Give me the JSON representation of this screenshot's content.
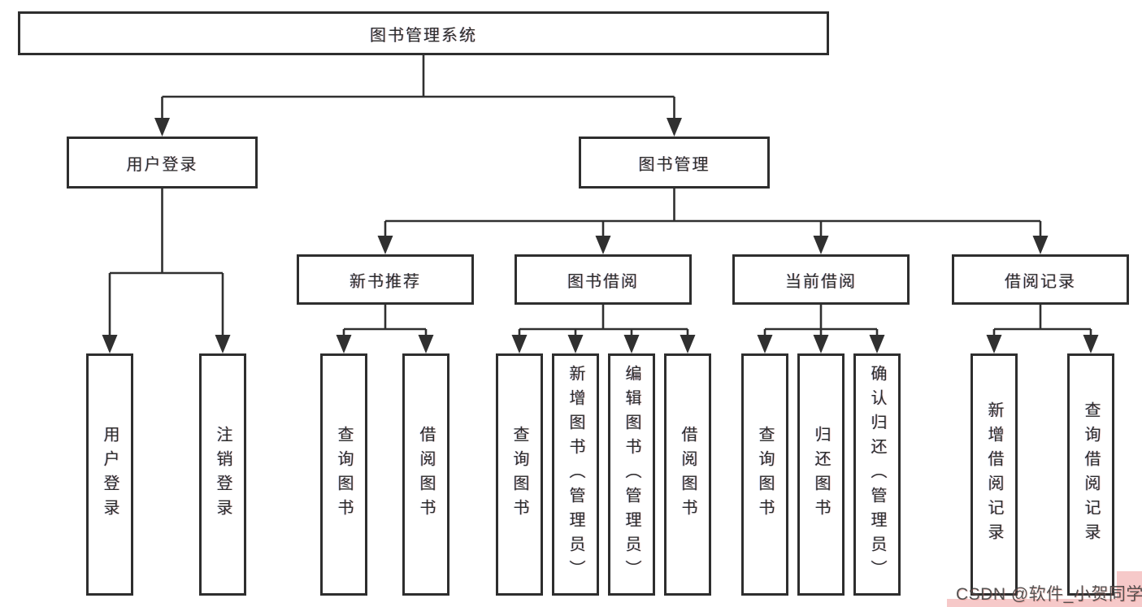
{
  "tree": {
    "root": {
      "label": "图书管理系统"
    },
    "user_login": {
      "label": "用户登录"
    },
    "book_mgmt": {
      "label": "图书管理"
    },
    "login": {
      "label": "用户登录"
    },
    "logout": {
      "label": "注销登录"
    },
    "new_book_rec": {
      "label": "新书推荐"
    },
    "book_borrow": {
      "label": "图书借阅"
    },
    "current_borrow": {
      "label": "当前借阅"
    },
    "borrow_records": {
      "label": "借阅记录"
    },
    "nb_query": {
      "label": "查询图书"
    },
    "nb_borrow": {
      "label": "借阅图书"
    },
    "bb_query": {
      "label": "查询图书"
    },
    "bb_add": {
      "label": "新增图书（管理员）"
    },
    "bb_edit": {
      "label": "编辑图书（管理员）"
    },
    "bb_borrow": {
      "label": "借阅图书"
    },
    "cb_query": {
      "label": "查询图书"
    },
    "cb_return": {
      "label": "归还图书"
    },
    "cb_confirm": {
      "label": "确认归还（管理员）"
    },
    "br_add": {
      "label": "新增借阅记录"
    },
    "br_query": {
      "label": "查询借阅记录"
    }
  },
  "watermark": {
    "text": "CSDN @软件_小贺同学",
    "badge_color": "#f6c9c9"
  },
  "colors": {
    "background": "#ffffff",
    "box_fill": "#ffffff",
    "box_border": "#2e2e2e",
    "line": "#303030",
    "text": "#2b2b2b"
  }
}
